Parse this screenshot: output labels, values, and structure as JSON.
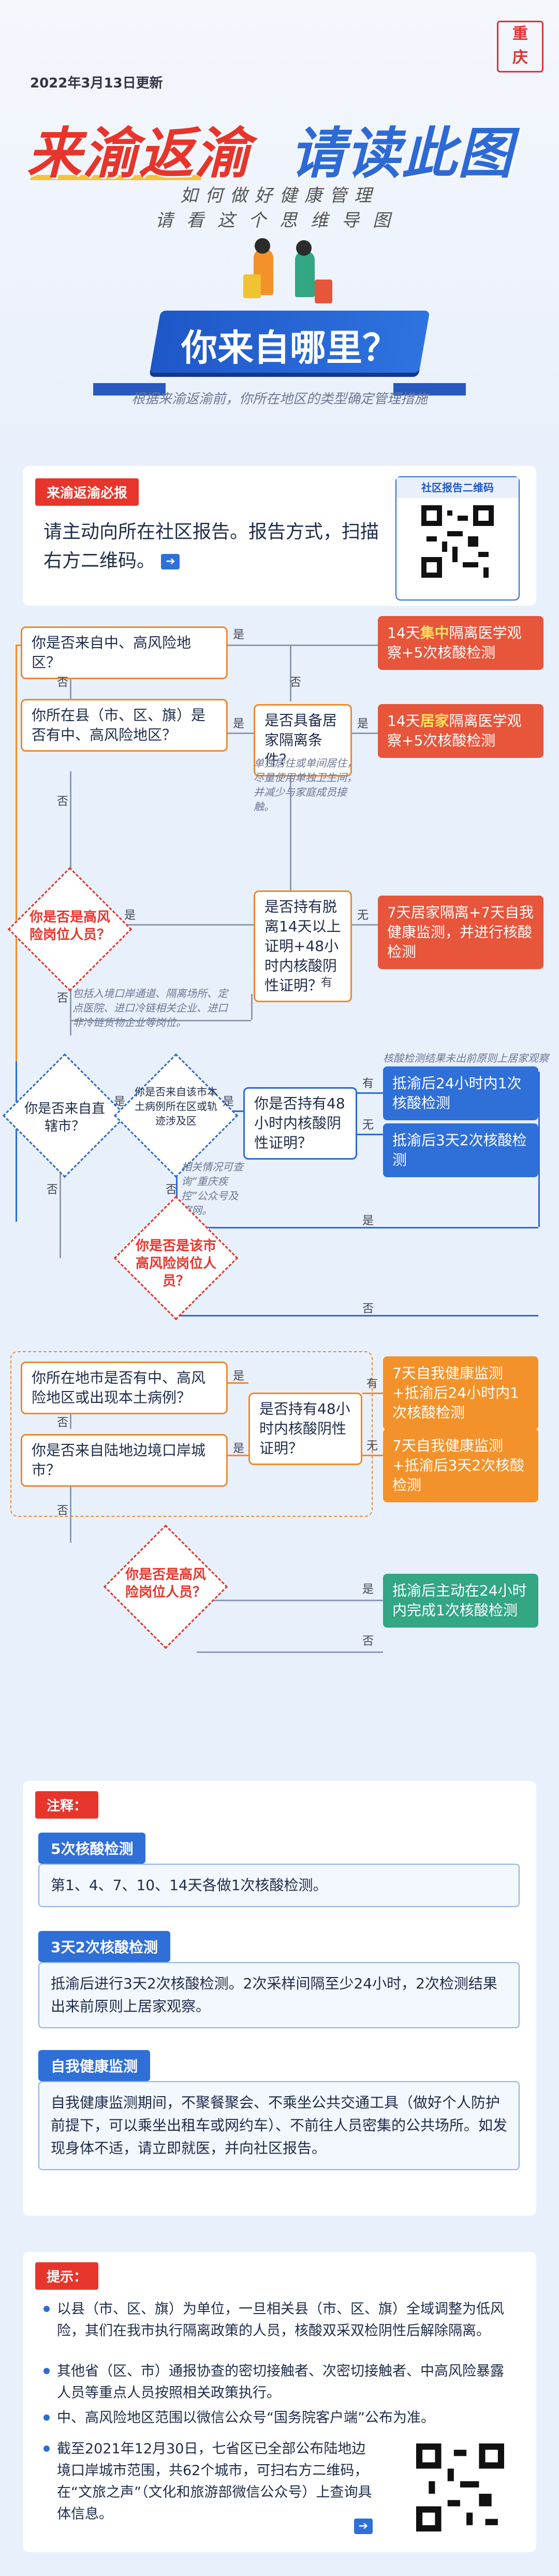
{
  "header": {
    "date": "2022年3月13日更新",
    "title_red": "来渝返渝",
    "title_blue": "请读此图",
    "subtitle1": "如何做好健康管理",
    "subtitle2": "请看这个思维导图",
    "banner": "你来自哪里？",
    "note": "根据来渝返渝前，你所在地区的类型确定管理措施"
  },
  "report": {
    "tag": "来渝返渝必报",
    "text": "请主动向所在社区报告。报告方式，扫描右方二维码。",
    "arrow": "➔",
    "qr_title": "社区报告二维码"
  },
  "flow": {
    "q1": "你是否来自中、高风险地区？",
    "q2": "你所在县（市、区、旗）是否有中、高风险地区？",
    "q3": "是否具备居家隔离条件？",
    "q3_note": "单独居住或单间居住，尽量使用单独卫生间，并减少与家庭成员接触。",
    "d1": "你是否是高风险岗位人员？",
    "d1_note": "包括入境口岸通道、隔离场所、定点医院、进口冷链相关企业、进口非冷链货物企业等岗位。",
    "q4": "是否持有脱离14天以上证明+48小时内核酸阴性证明？",
    "r1_a": "14天",
    "r1_b": "集中",
    "r1_c": "隔离医学观察+5次核酸检测",
    "r2_a": "14天",
    "r2_b": "居家",
    "r2_c": "隔离医学观察+5次核酸检测",
    "r3": "7天居家隔离+7天自我健康监测，并进行核酸检测",
    "q5": "你是否来自直辖市？",
    "d2": "你是否来自该市本土病例所在区或轨迹涉及区",
    "q6": "你是否持有48小时内核酸阴性证明？",
    "q6_note": "相关情况可查询“重庆疾控”公众号及官网。",
    "top_note": "核酸检测结果未出前原则上居家观察",
    "r4": "抵渝后24小时内1次核酸检测",
    "r5": "抵渝后3天2次核酸检测",
    "d3": "你是否是该市高风险岗位人员？",
    "q7": "你所在地市是否有中、高风险地区或出现本土病例？",
    "q8": "你是否来自陆地边境口岸城市？",
    "q9": "是否持有48小时内核酸阴性证明？",
    "r6": "7天自我健康监测+抵渝后24小时内1次核酸检测",
    "r7": "7天自我健康监测+抵渝后3天2次核酸检测",
    "d4": "你是否是高风险岗位人员？",
    "r8": "抵渝后主动在24小时内完成1次核酸检测",
    "yes": "是",
    "no": "否",
    "have": "有",
    "none": "无"
  },
  "notes": {
    "tag": "注释：",
    "items": [
      {
        "title": "5次核酸检测",
        "text": "第1、4、7、10、14天各做1次核酸检测。"
      },
      {
        "title": "3天2次核酸检测",
        "text": "抵渝后进行3天2次核酸检测。2次采样间隔至少24小时，2次检测结果出来前原则上居家观察。"
      },
      {
        "title": "自我健康监测",
        "text": "自我健康监测期间，不聚餐聚会、不乘坐公共交通工具（做好个人防护前提下，可以乘坐出租车或网约车）、不前往人员密集的公共场所。如发现身体不适，请立即就医，并向社区报告。"
      }
    ]
  },
  "tips": {
    "tag": "提示：",
    "items": [
      "以县（市、区、旗）为单位，一旦相关县（市、区、旗）全域调整为低风险，其们在我市执行隔离政策的人员，核酸双采双检阴性后解除隔离。",
      "其他省（区、市）通报协查的密切接触者、次密切接触者、中高风险暴露人员等重点人员按照相关政策执行。",
      "中、高风险地区范围以微信公众号“国务院客户端”公布为准。",
      "截至2021年12月30日，七省区已全部公布陆地边境口岸城市范围，共62个城市，可扫右方二维码，在“文旅之声”（文化和旅游部微信公众号）上查询具体信息。"
    ],
    "bold1": "国务院客户端",
    "bold2": "文旅之声"
  },
  "colors": {
    "red": "#e7352b",
    "blue": "#2d6ad6",
    "orange": "#f08a28",
    "green": "#33a683"
  }
}
